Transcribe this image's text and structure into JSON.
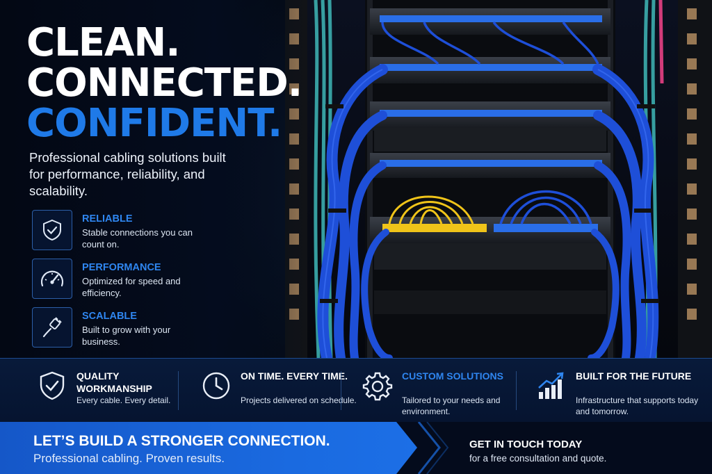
{
  "hero": {
    "headline_line1": "CLEAN.",
    "headline_line2": "CONNECTED.",
    "headline_line3": "CONFIDENT.",
    "tagline": "Professional cabling solutions built for performance, reliability, and scalability."
  },
  "features": [
    {
      "title": "RELIABLE",
      "desc": "Stable connections you can count on.",
      "icon": "shield-check-icon"
    },
    {
      "title": "PERFORMANCE",
      "desc": "Optimized for speed and efficiency.",
      "icon": "speedometer-icon"
    },
    {
      "title": "SCALABLE",
      "desc": "Built to grow with your business.",
      "icon": "cable-plug-icon"
    }
  ],
  "benefits": [
    {
      "title": "QUALITY WORKMANSHIP",
      "desc": "Every cable. Every detail.",
      "icon": "shield-check-icon"
    },
    {
      "title": "ON TIME. EVERY TIME.",
      "desc": "Projects delivered on schedule.",
      "icon": "clock-icon"
    },
    {
      "title": "CUSTOM SOLUTIONS",
      "desc": "Tailored to your needs and environment.",
      "icon": "gear-icon"
    },
    {
      "title": "BUILT FOR THE FUTURE",
      "desc": "Infrastructure that supports today and tomorrow.",
      "icon": "growth-chart-icon"
    }
  ],
  "cta": {
    "title": "LET’S BUILD A STRONGER CONNECTION.",
    "subtitle": "Professional cabling. Proven results.",
    "right_title": "GET IN TOUCH TODAY",
    "right_subtitle": "for a free consultation and quote."
  },
  "colors": {
    "accent_blue": "#1f7ae8",
    "cable_blue": "#1e4fd8",
    "cable_yellow": "#f0c419",
    "cable_teal": "#3fb8b8",
    "background": "#03070f"
  }
}
